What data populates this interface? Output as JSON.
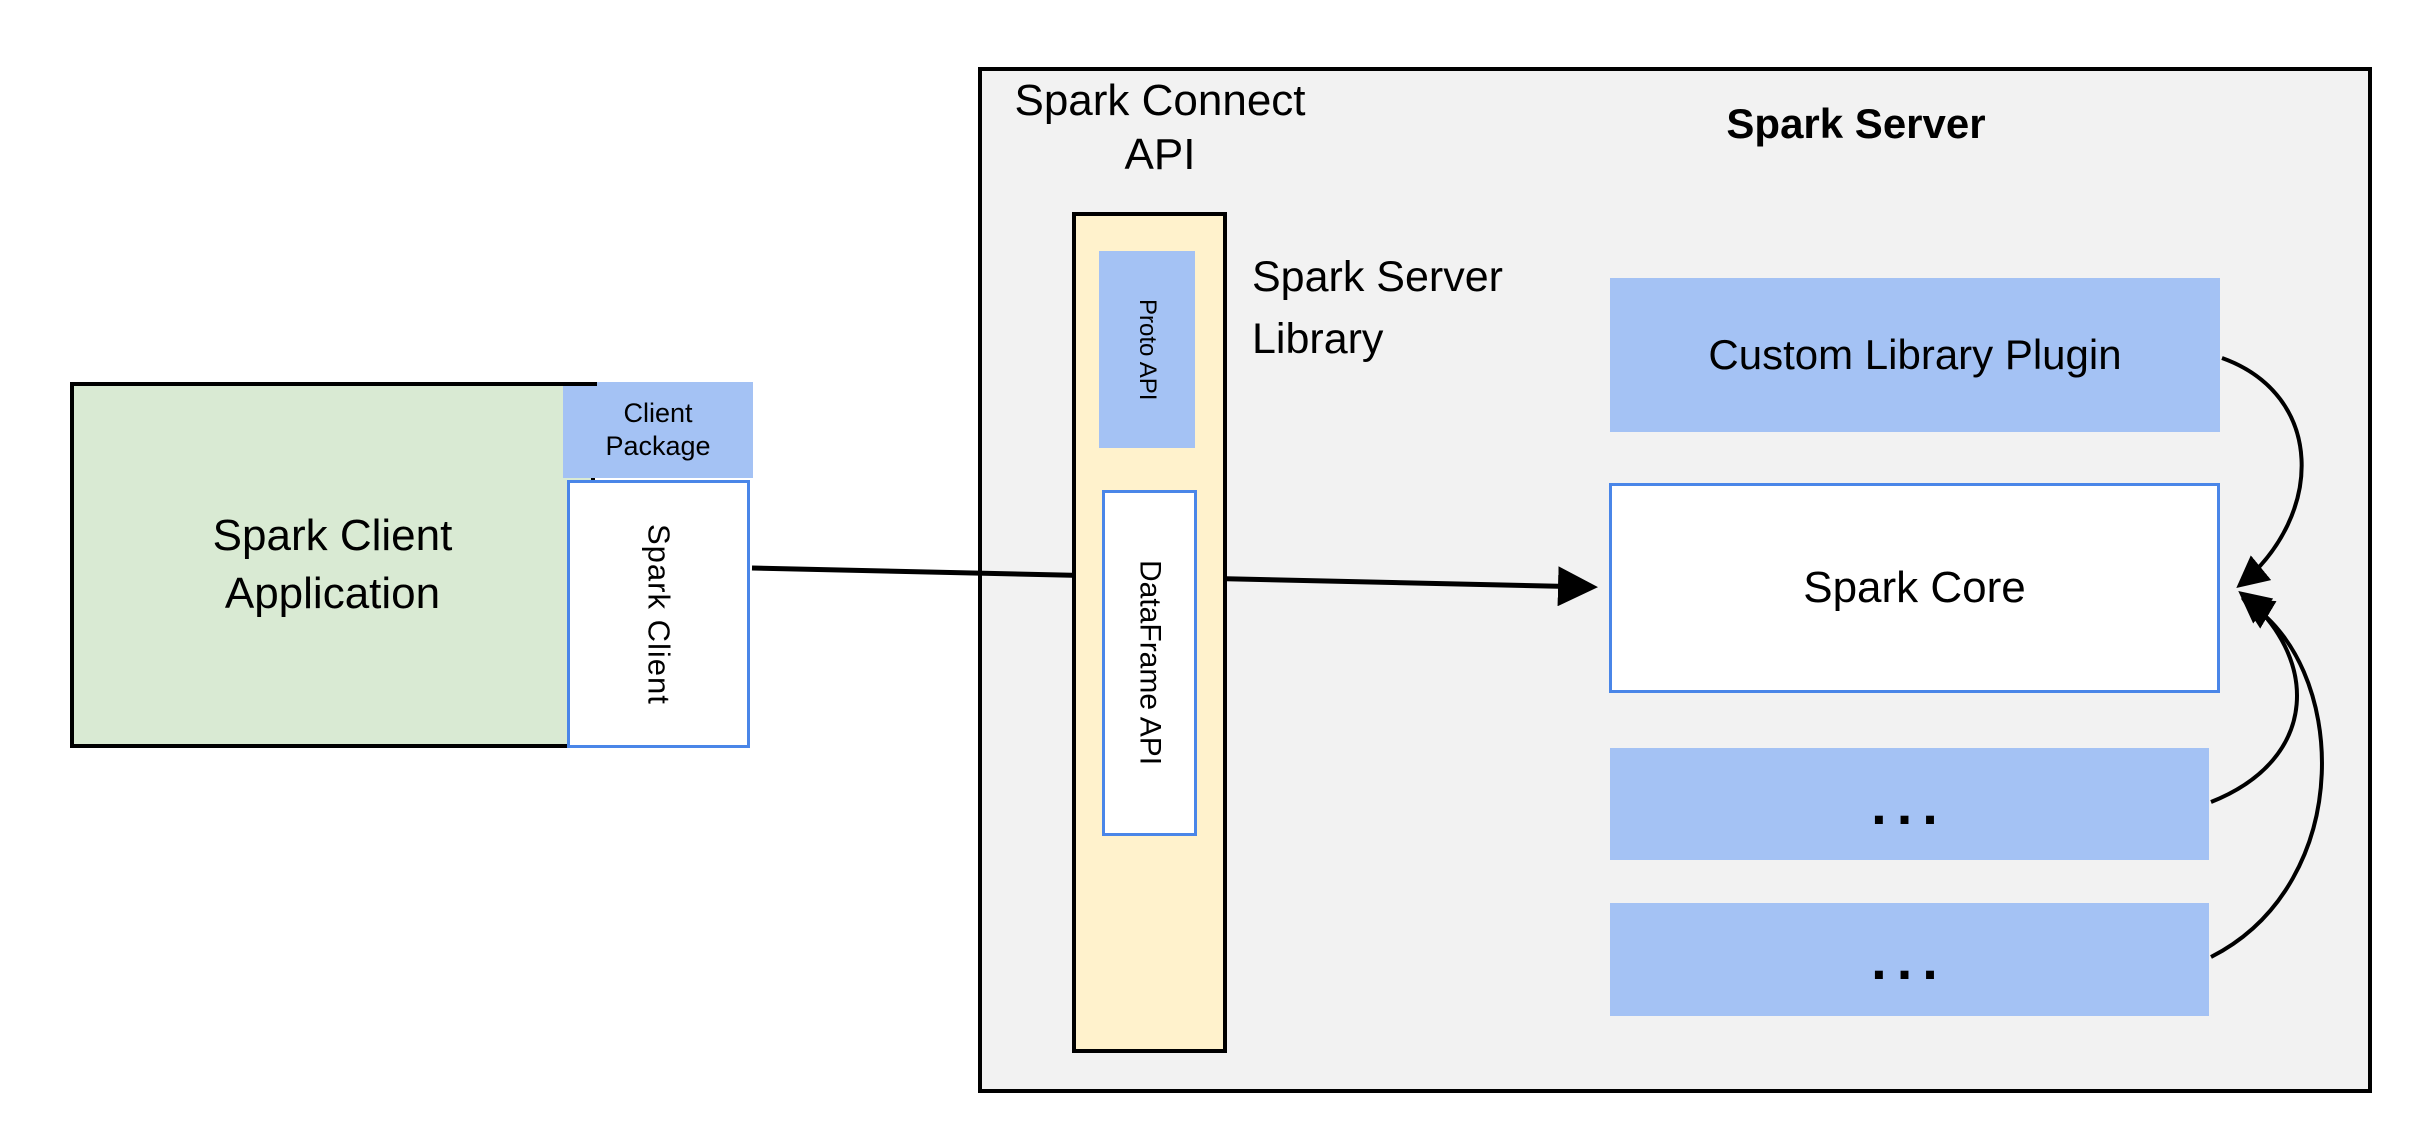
{
  "diagram": {
    "client_app": {
      "line1": "Spark Client",
      "line2": "Application"
    },
    "client_package": {
      "line1": "Client",
      "line2": "Package"
    },
    "spark_client": "Spark Client",
    "spark_connect_api": {
      "line1": "Spark Connect",
      "line2": "API"
    },
    "proto_api": "Proto API",
    "dataframe_api": "DataFrame API",
    "spark_server_library": {
      "line1": "Spark Server",
      "line2": "Library"
    },
    "spark_server": "Spark Server",
    "custom_library_plugin": "Custom Library Plugin",
    "spark_core": "Spark Core",
    "ellipsis_top": "...",
    "ellipsis_bottom": "..."
  },
  "colors": {
    "green_fill": "#d9ead3",
    "blue_fill": "#a4c2f4",
    "yellow_fill": "#fff2cc",
    "gray_fill": "#f2f2f2",
    "blue_border": "#4a86e8",
    "black": "#000000"
  }
}
